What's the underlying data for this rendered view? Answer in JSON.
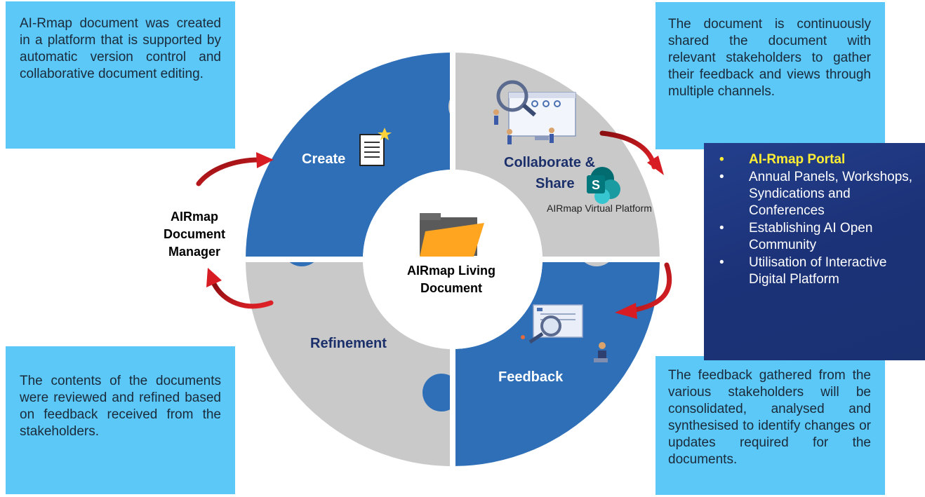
{
  "boxes": {
    "top_left": "AI-Rmap document was created in a platform that is supported by automatic version control and collaborative document editing.",
    "top_right": "The document is continuously shared the document with relevant stakeholders to gather their feedback and views through multiple channels.",
    "bottom_left": "The contents of the documents were reviewed and refined based on feedback received from the stakeholders.",
    "bottom_right": "The feedback gathered from the various stakeholders will be consolidated, analysed and synthesised to identify changes or updates required for the documents."
  },
  "channels": [
    "AI-Rmap Portal",
    "Annual Panels, Workshops, Syndications and Conferences",
    "Establishing AI Open Community",
    "Utilisation of Interactive Digital Platform"
  ],
  "cycle": {
    "create": "Create",
    "collaborate": "Collaborate &",
    "share": "Share",
    "feedback": "Feedback",
    "refinement": "Refinement",
    "platform_note": "AIRmap Virtual Platform"
  },
  "manager_label": "AIRmap Document Manager",
  "center_label": "AIRmap Living Document",
  "icons": [
    "document-icon",
    "sharepoint-icon",
    "folder-icon",
    "magnifier-illustration"
  ],
  "colors": {
    "box": "#5bc8f7",
    "blue_piece": "#2e6fb8",
    "grey_piece": "#c9c9c9",
    "arrow": "#c4161c",
    "panel": "#1c3278",
    "highlight": "#ffee33"
  }
}
